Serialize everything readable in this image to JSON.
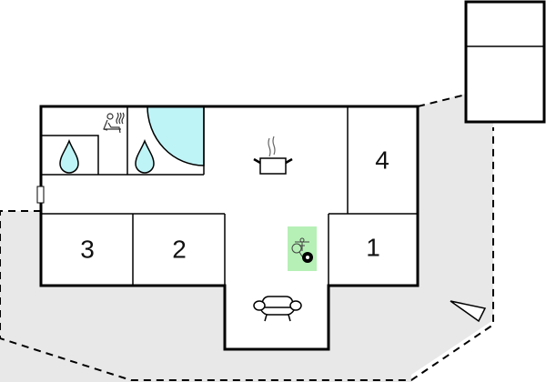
{
  "plan": {
    "type": "floor-plan",
    "colors": {
      "wall": "#000000",
      "terrace": "#e8e8e8",
      "water": "#bff4f7",
      "activity_highlight": "#b6f0b6",
      "background": "#ffffff"
    },
    "rooms": [
      {
        "id": "bedroom-1",
        "label": "1"
      },
      {
        "id": "bedroom-2",
        "label": "2"
      },
      {
        "id": "bedroom-3",
        "label": "3"
      },
      {
        "id": "bedroom-4",
        "label": "4"
      }
    ],
    "areas": [
      {
        "id": "sauna",
        "icon": "sauna-icon"
      },
      {
        "id": "shower-1",
        "icon": "water-drop-icon"
      },
      {
        "id": "bathroom",
        "icon": "water-drop-icon"
      },
      {
        "id": "whirlpool",
        "icon": "whirlpool-quarter-circle"
      },
      {
        "id": "kitchen",
        "icon": "cooking-pot-icon"
      },
      {
        "id": "activities",
        "icon": "table-tennis-billiards-icon"
      },
      {
        "id": "living-room",
        "icon": "sofa-icon"
      },
      {
        "id": "terrace",
        "icon": "none"
      },
      {
        "id": "outbuilding",
        "icon": "none"
      }
    ],
    "markers": [
      {
        "id": "entrance",
        "icon": "door-marker-icon"
      },
      {
        "id": "north-arrow",
        "icon": "triangle-pointer-icon"
      }
    ]
  }
}
